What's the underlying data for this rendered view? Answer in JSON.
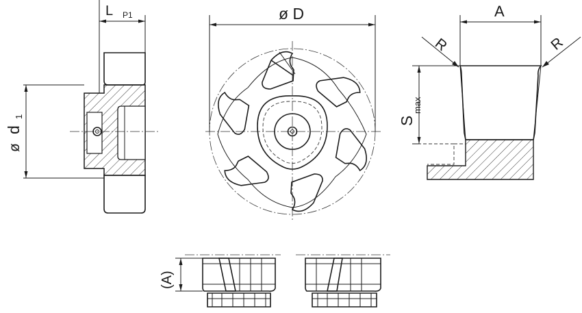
{
  "labels": {
    "L": "L",
    "P1": "P1",
    "phi_D": "ø D",
    "A": "A",
    "R_left": "R",
    "R_right": "R",
    "phi": "ø",
    "d": "d",
    "sub_1": "1",
    "S": "S",
    "max": "max",
    "A_paren": "(A)"
  },
  "colors": {
    "line": "#1a1a1a",
    "background": "#ffffff"
  }
}
